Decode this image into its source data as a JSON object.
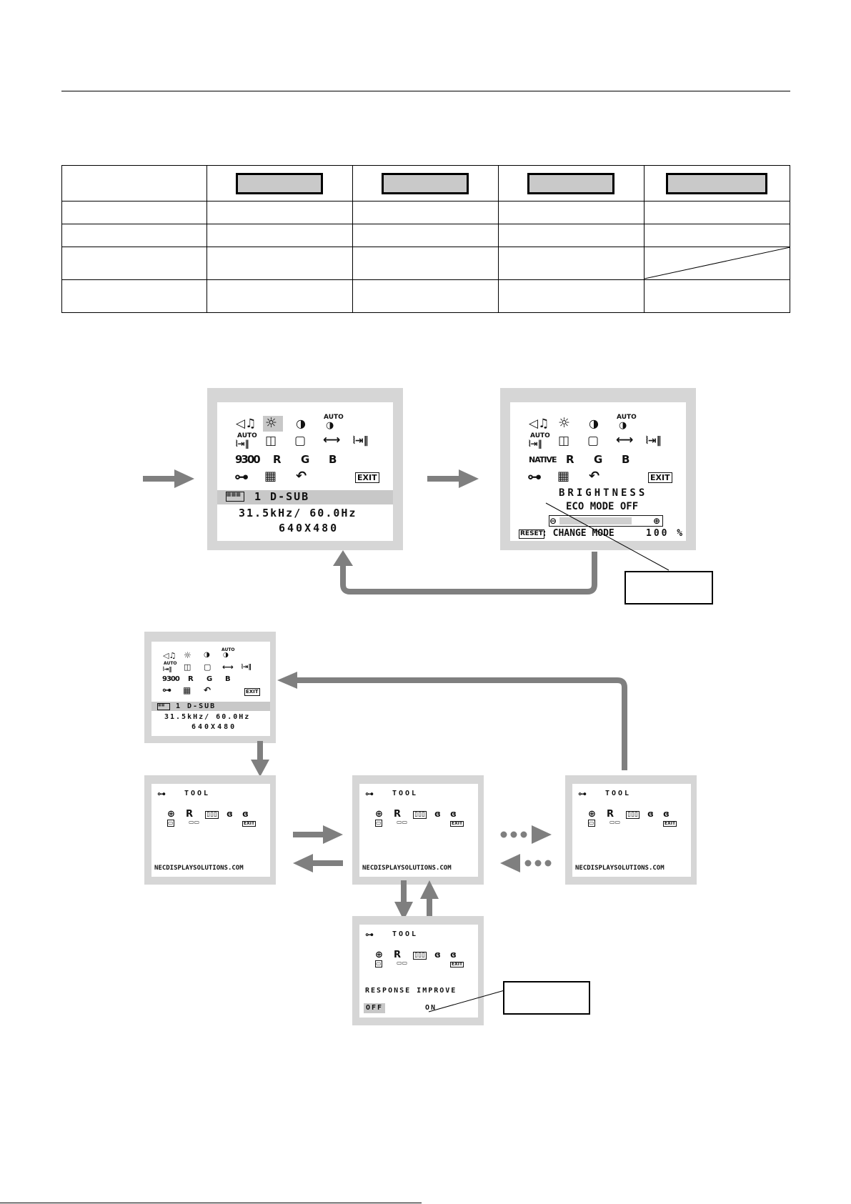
{
  "osd_main": {
    "icons_row1": [
      "◁♫",
      "☼",
      "◑",
      "AUTO"
    ],
    "icons_row2": [
      "AUTO",
      "◫",
      "▢",
      "⟷",
      "⦚⇥‖"
    ],
    "icons_row3": [
      "9300",
      "R",
      "G",
      "B"
    ],
    "icons_row4": [
      "⊶",
      "▦",
      "↶",
      "EXIT"
    ],
    "auto_sub": "◑",
    "auto_sub2": "⦚⇥‖",
    "input_label": "1  D-SUB",
    "frequency": "31.5kHz/ 60.0Hz",
    "resolution": "640X480"
  },
  "osd_brightness": {
    "icons_row3": [
      "NATIVE",
      "R",
      "G",
      "B"
    ],
    "title": "BRIGHTNESS",
    "eco_mode": "ECO MODE OFF",
    "slider_minus": "⊖",
    "slider_plus": "⊕",
    "reset_label": "RESET",
    "change_mode": ": CHANGE MODE",
    "percent": "100 %",
    "slider_level": 0.78
  },
  "osd_tool": {
    "title": "TOOL",
    "website": "NECDISPLAYSOLUTIONS.COM",
    "response_title": "RESPONSE IMPROVE",
    "off": "OFF",
    "on": "ON",
    "exit": "EXIT"
  },
  "colors": {
    "frame": "#d6d6d6",
    "arrow": "#7f7f7f",
    "highlight": "#c8c8c8"
  }
}
